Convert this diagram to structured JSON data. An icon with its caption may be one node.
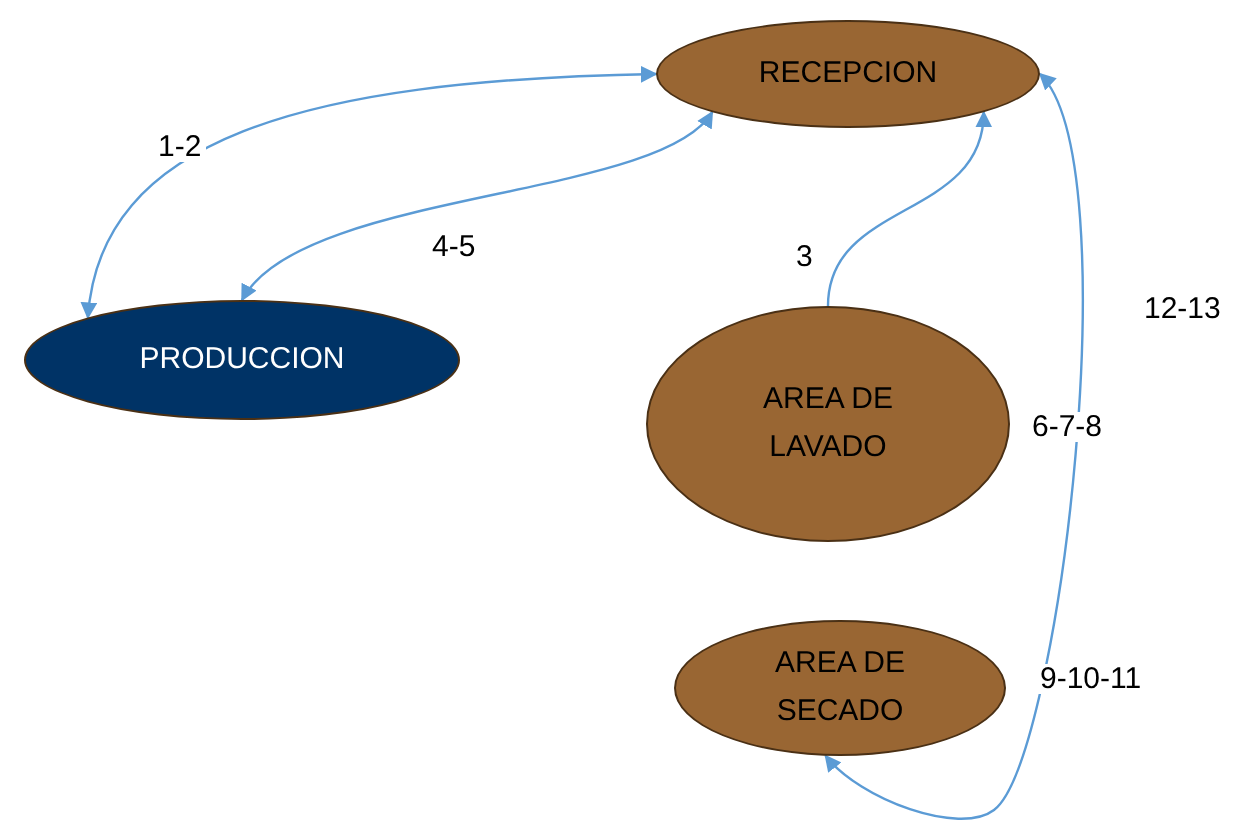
{
  "diagram": {
    "nodes": [
      {
        "text": [
          "RECEPCION"
        ]
      },
      {
        "text": [
          "PRODUCCION"
        ]
      },
      {
        "text": [
          "AREA DE LAVADO"
        ],
        "beside": [
          "6-7-8"
        ]
      },
      {
        "text": [
          "AREA DE SECADO"
        ],
        "beside": [
          "9-10-11"
        ]
      }
    ],
    "edges": [
      {
        "from": 0,
        "to": 1,
        "arrow": "both",
        "label": "1-2"
      },
      {
        "from": 0,
        "to": 1,
        "arrow": "both",
        "label": "4-5"
      },
      {
        "from": 2,
        "to": 0,
        "arrow": "to",
        "label": "3"
      },
      {
        "from": 3,
        "to": 0,
        "arrow": "both",
        "label": "12-13"
      }
    ]
  }
}
